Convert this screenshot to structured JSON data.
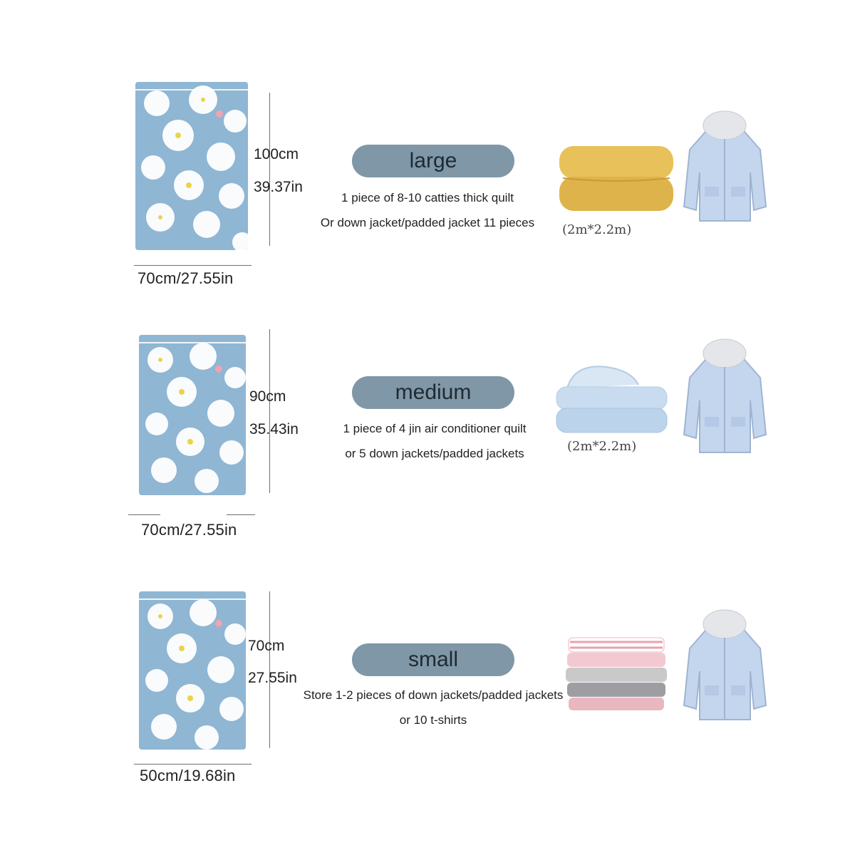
{
  "rows": [
    {
      "size_label": "large",
      "height_cm": "100cm",
      "height_in": "39.37in",
      "width": "70cm/27.55in",
      "desc_line1": "1 piece of 8-10 catties thick quilt",
      "desc_line2": "Or down jacket/padded jacket 11 pieces",
      "quilt_size": "(2m*2.2m)",
      "item_icon": "yellow-folded-quilt",
      "jacket_icon": "light-blue-down-jacket"
    },
    {
      "size_label": "medium",
      "height_cm": "90cm",
      "height_in": "35.43in",
      "width": "70cm/27.55in",
      "desc_line1": "1 piece of 4 jin air conditioner quilt",
      "desc_line2": "or 5 down jackets/padded jackets",
      "quilt_size": "(2m*2.2m)",
      "item_icon": "light-blue-folded-quilt",
      "jacket_icon": "light-blue-down-jacket"
    },
    {
      "size_label": "small",
      "height_cm": "70cm",
      "height_in": "27.55in",
      "width": "50cm/19.68in",
      "desc_line1": "Store 1-2 pieces of down jackets/padded jackets",
      "desc_line2": "or 10 t-shirts",
      "item_icon": "stack-of-folded-shirts",
      "jacket_icon": "light-blue-down-jacket"
    }
  ],
  "colors": {
    "pill": "#7f97a6",
    "bag_blue": "#8fb6d3",
    "quilt_yellow": "#e8c15a",
    "quilt_blue": "#c9dcef",
    "jacket_blue": "#c4d6ee"
  }
}
